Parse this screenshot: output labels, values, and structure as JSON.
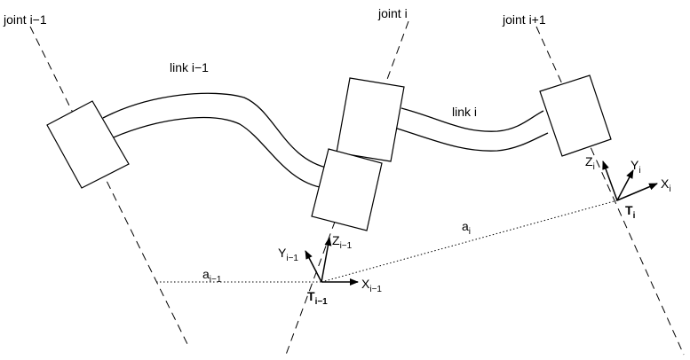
{
  "joints": {
    "prev": "joint i−1",
    "curr": "joint i",
    "next": "joint i+1"
  },
  "links": {
    "prev": "link i−1",
    "curr": "link i"
  },
  "distances": {
    "a_prev_base": "a",
    "a_prev_sub": "i−1",
    "a_curr_base": "a",
    "a_curr_sub": "i"
  },
  "frame_prev": {
    "name_base": "T",
    "name_sub": "i−1",
    "x_base": "X",
    "x_sub": "i−1",
    "y_base": "Y",
    "y_sub": "i−1",
    "z_base": "Z",
    "z_sub": "i−1"
  },
  "frame_curr": {
    "name_base": "T",
    "name_sub": "i",
    "x_base": "X",
    "x_sub": "i",
    "y_base": "Y",
    "y_sub": "i",
    "z_base": "Z",
    "z_sub": "i"
  }
}
